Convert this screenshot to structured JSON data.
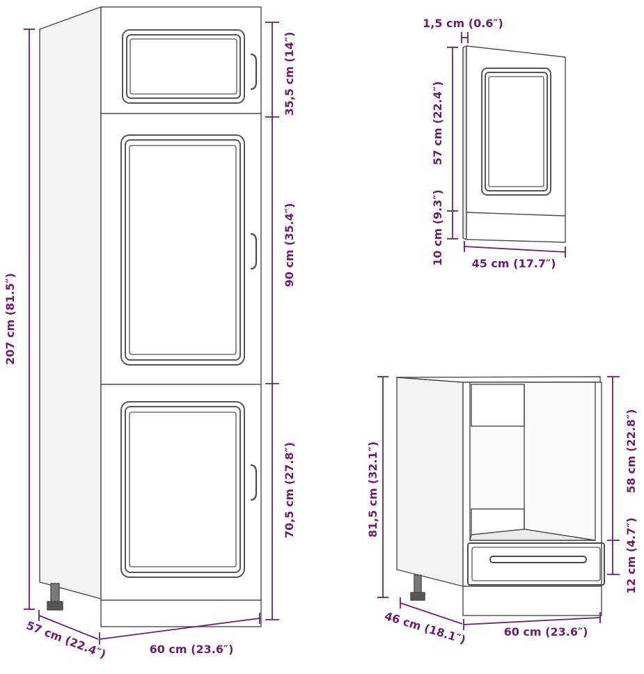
{
  "colors": {
    "dimension": "#6b1f6b",
    "outline": "#4a4a4a",
    "frame": "#555555",
    "panel": "#ffffff",
    "side": "#f3f3f3",
    "foot": "#7a7a7a"
  },
  "tall_unit": {
    "total_height": "207 cm (81.5″)",
    "upper_door": "35,5 cm (14″)",
    "middle_door": "90 cm (35.4″)",
    "lower_door": "70,5 cm (27.8″)",
    "depth": "57 cm (22.4″)",
    "width": "60 cm (23.6″)"
  },
  "door_panel": {
    "thickness": "1,5 cm (0.6″)",
    "door_height": "57 cm (22.4″)",
    "plinth_height": "10 cm (9.3″)",
    "width": "45 cm (17.7″)"
  },
  "oven_unit": {
    "total_height": "81,5 cm (32.1″)",
    "oven_opening": "58 cm (22.8″)",
    "drawer_height": "12 cm (4.7″)",
    "depth": "46 cm (18.1″)",
    "width": "60 cm (23.6″)"
  }
}
